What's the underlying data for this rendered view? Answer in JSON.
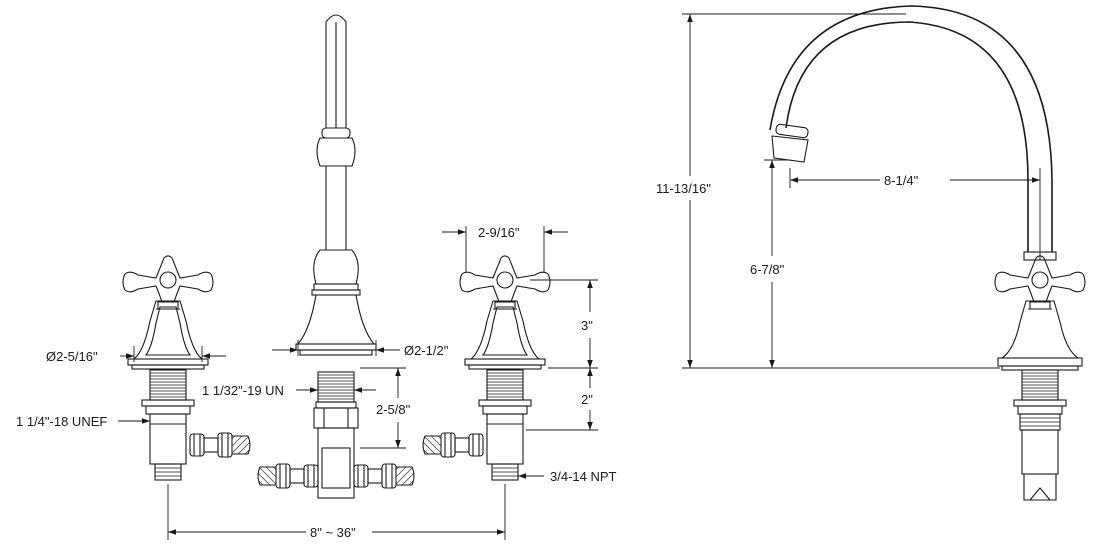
{
  "dimensions": {
    "handle_escutcheon_diameter": "Ø2-5/16\"",
    "handle_shank_thread": "1 1/4\"-18 UNEF",
    "spout_shank_thread": "1 1/32\"-19 UN",
    "spout_base_diameter": "Ø2-1/2\"",
    "spout_shank_length": "2-5/8\"",
    "handle_width": "2-9/16\"",
    "handle_height": "3\"",
    "handle_shank_length": "2\"",
    "valve_connection": "3/4-14 NPT",
    "center_spread": "8\" ~ 36\"",
    "spout_total_height": "11-13/16\"",
    "spout_reach": "8-1/4\"",
    "spout_clearance_height": "6-7/8\""
  }
}
